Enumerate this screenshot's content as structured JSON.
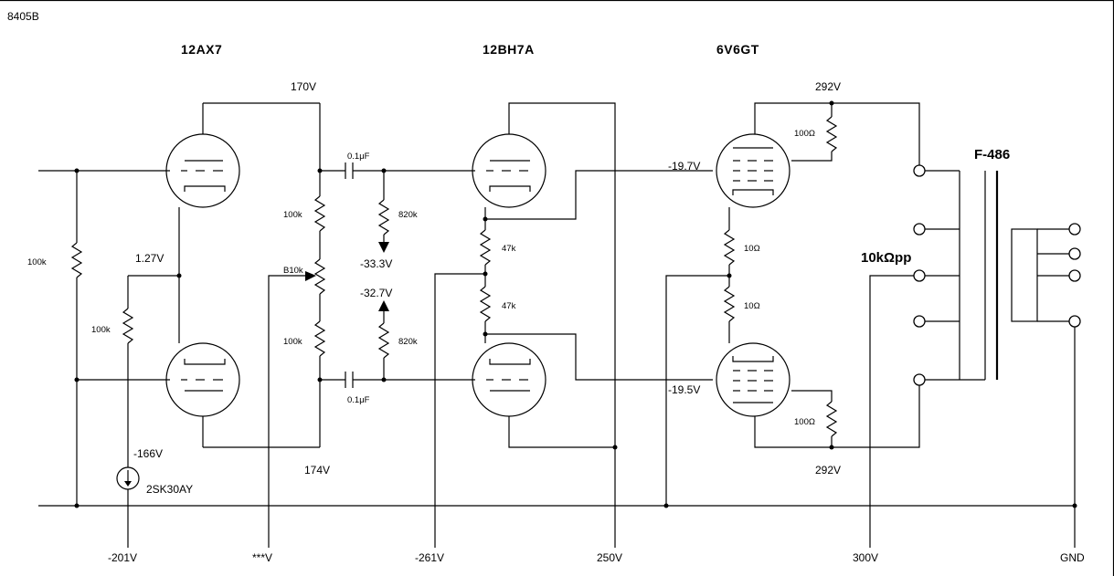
{
  "diagram_id": "8405B",
  "tubes": {
    "t1": "12AX7",
    "t2": "12BH7A",
    "t3": "6V6GT"
  },
  "transformer": {
    "name": "F-486",
    "impedance": "10kΩpp"
  },
  "voltages": {
    "v170": "170V",
    "v174": "174V",
    "v127": "1.27V",
    "vneg166": "-166V",
    "vneg333": "-33.3V",
    "vneg327": "-32.7V",
    "vneg197": "-19.7V",
    "vneg195": "-19.5V",
    "v292_top": "292V",
    "v292_bot": "292V"
  },
  "components": {
    "r_input": "100k",
    "r_tail": "100k",
    "fet": "2SK30AY",
    "r_plate_top": "100k",
    "r_plate_bot": "100k",
    "vr_balance": "B10k",
    "cap_top": "0.1μF",
    "cap_bot": "0.1μF",
    "r_grid_top": "820k",
    "r_grid_bot": "820k",
    "r_cath_top": "47k",
    "r_cath_bot": "47k",
    "r_ct_top": "10Ω",
    "r_ct_bot": "10Ω",
    "r_g2_top": "100Ω",
    "r_g2_bot": "100Ω"
  },
  "supply_rails": [
    "-201V",
    "***V",
    "-261V",
    "250V",
    "300V",
    "GND"
  ]
}
